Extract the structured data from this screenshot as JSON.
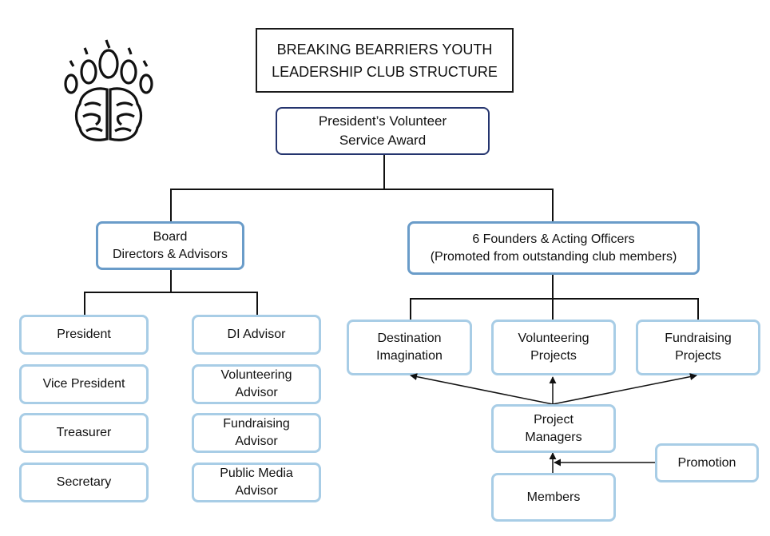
{
  "title": {
    "line1": "BREAKING BEARRIERS YOUTH",
    "line2": "LEADERSHIP CLUB STRUCTURE"
  },
  "logo": {
    "icon": "bear-paw-brain-icon"
  },
  "award": {
    "line1": "President’s Volunteer",
    "line2": "Service Award"
  },
  "board": {
    "line1": "Board",
    "line2": "Directors & Advisors"
  },
  "founders": {
    "line1": "6 Founders & Acting Officers",
    "line2": "(Promoted from outstanding club members)"
  },
  "officers": [
    "President",
    "Vice President",
    "Treasurer",
    "Secretary"
  ],
  "advisors": [
    {
      "line1": "DI Advisor",
      "line2": ""
    },
    {
      "line1": "Volunteering",
      "line2": "Advisor"
    },
    {
      "line1": "Fundraising",
      "line2": "Advisor"
    },
    {
      "line1": "Public Media",
      "line2": "Advisor"
    }
  ],
  "programs": [
    {
      "line1": "Destination",
      "line2": "Imagination"
    },
    {
      "line1": "Volunteering",
      "line2": "Projects"
    },
    {
      "line1": "Fundraising",
      "line2": "Projects"
    }
  ],
  "project_managers": {
    "line1": "Project",
    "line2": "Managers"
  },
  "members": "Members",
  "promotion": "Promotion",
  "colors": {
    "title_border": "#1a1a1a",
    "award_border": "#24346e",
    "mid_border": "#6a9cc9",
    "leaf_border": "#a8cde6",
    "connector": "#111111"
  }
}
